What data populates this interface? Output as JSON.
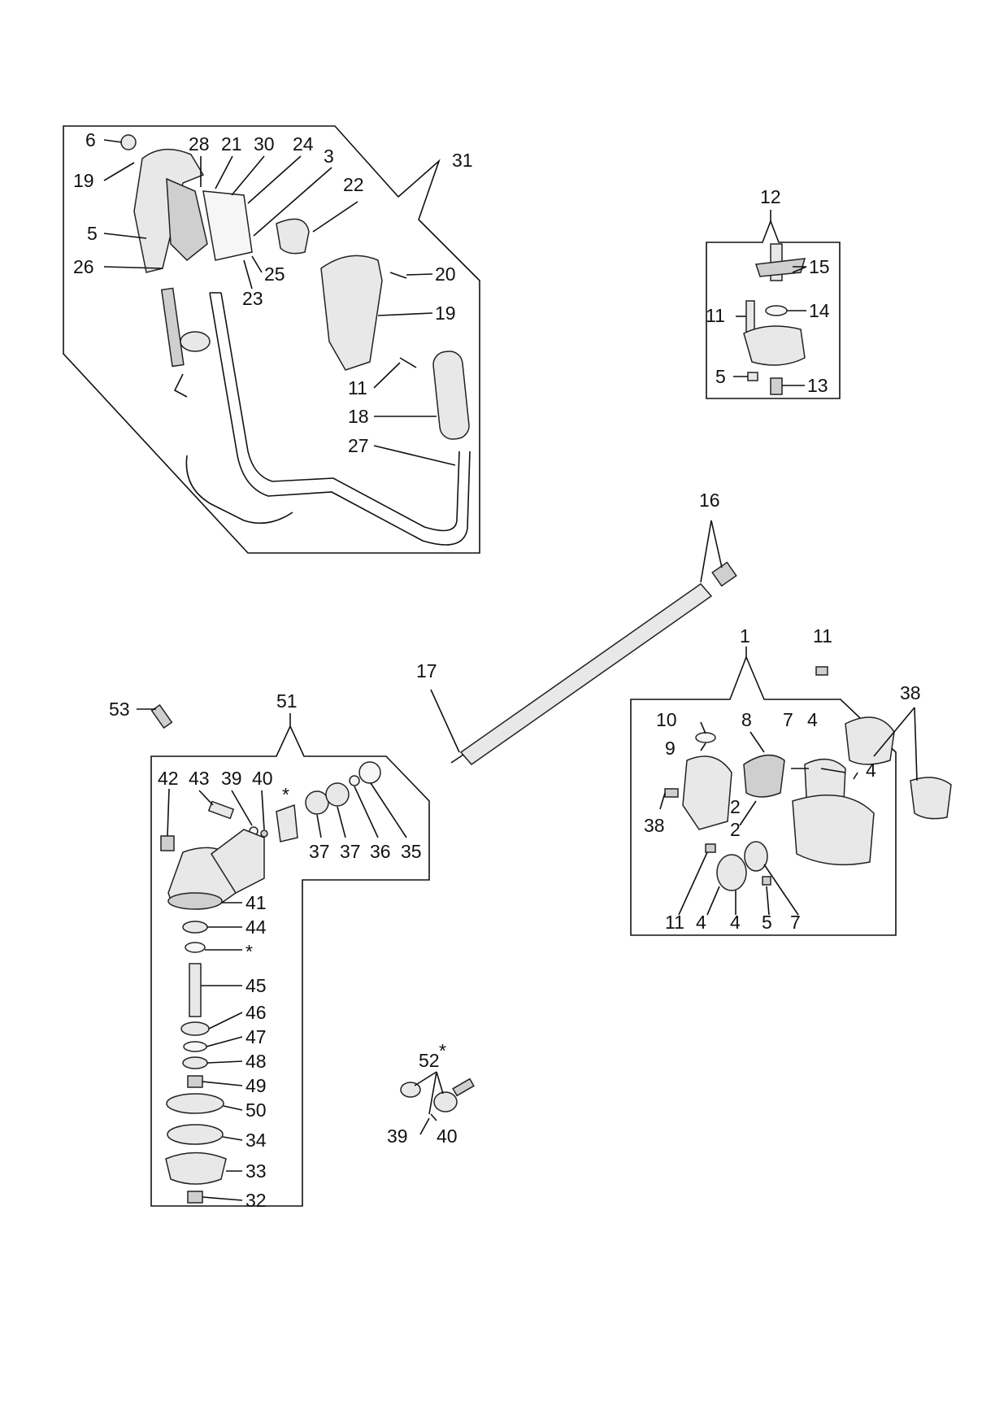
{
  "labels": {
    "handle": [
      "6",
      "28",
      "21",
      "30",
      "24",
      "3",
      "31",
      "19",
      "22",
      "5",
      "26",
      "20",
      "25",
      "23",
      "19",
      "11",
      "18",
      "27"
    ],
    "lever_block": [
      "12",
      "15",
      "11",
      "14",
      "5",
      "13"
    ],
    "tube": [
      "16",
      "17"
    ],
    "engine": [
      "1",
      "11",
      "38",
      "10",
      "9",
      "8",
      "7",
      "4",
      "4",
      "38",
      "2",
      "2",
      "11",
      "4",
      "4",
      "5",
      "7"
    ],
    "gearbox": [
      "53",
      "51",
      "42",
      "43",
      "39",
      "40",
      "*",
      "37",
      "37",
      "36",
      "35",
      "41",
      "44",
      "*",
      "45",
      "46",
      "47",
      "48",
      "49",
      "50",
      "34",
      "33",
      "32"
    ],
    "kit": [
      "52",
      "*",
      "39",
      "40"
    ]
  }
}
